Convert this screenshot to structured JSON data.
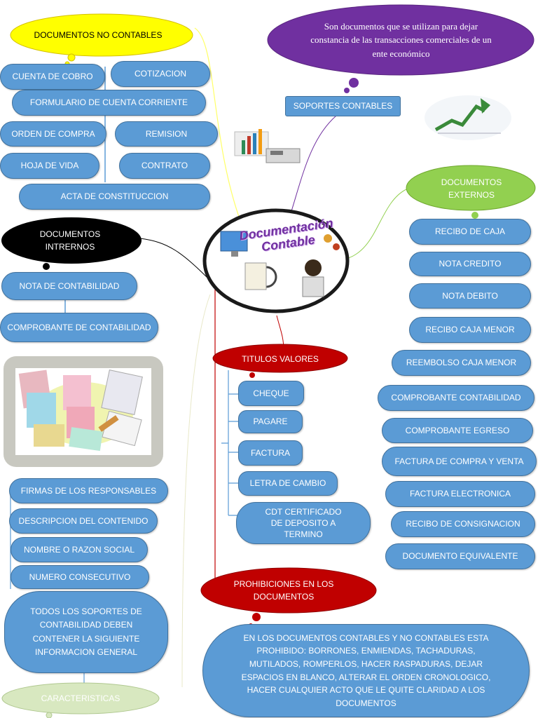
{
  "center": {
    "title_line1": "Documentación",
    "title_line2": "Contable"
  },
  "no_contables": {
    "title": "DOCUMENTOS NO CONTABLES",
    "items": [
      "CUENTA DE COBRO",
      "COTIZACION",
      "FORMULARIO DE CUENTA CORRIENTE",
      "ORDEN DE COMPRA",
      "REMISION",
      "HOJA DE VIDA",
      "CONTRATO",
      "ACTA DE CONSTITUCCION"
    ]
  },
  "definicion": {
    "text": "Son documentos que se utilizan para dejar constancia de las transacciones comerciales de un ente económico",
    "label": "SOPORTES CONTABLES"
  },
  "internos": {
    "title": "DOCUMENTOS INTRERNOS",
    "items": [
      "NOTA DE CONTABILIDAD",
      "COMPROBANTE DE CONTABILIDAD"
    ]
  },
  "externos": {
    "title": "DOCUMENTOS EXTERNOS",
    "items": [
      "RECIBO DE CAJA",
      "NOTA CREDITO",
      "NOTA DEBITO",
      "RECIBO CAJA MENOR",
      "REEMBOLSO CAJA MENOR",
      "COMPROBANTE CONTABILIDAD",
      "COMPROBANTE EGRESO",
      "FACTURA DE COMPRA Y VENTA",
      "FACTURA ELECTRONICA",
      "RECIBO DE CONSIGNACION",
      "DOCUMENTO EQUIVALENTE"
    ]
  },
  "titulos": {
    "title": "TITULOS VALORES",
    "items": [
      "CHEQUE",
      "PAGARE",
      "FACTURA",
      "LETRA DE CAMBIO",
      "CDT CERTIFICADO DE DEPOSITO A TERMINO"
    ]
  },
  "caracteristicas": {
    "items": [
      "FIRMAS DE LOS RESPONSABLES",
      "DESCRIPCION DEL CONTENIDO",
      "NOMBRE O RAZON SOCIAL",
      "NUMERO CONSECUTIVO"
    ],
    "general": "TODOS LOS SOPORTES DE CONTABILIDAD DEBEN CONTENER LA SIGUIENTE INFORMACION GENERAL",
    "title": "CARACTERISTICAS"
  },
  "prohibiciones": {
    "title": "PROHIBICIONES EN LOS DOCUMENTOS",
    "text": "EN LOS DOCUMENTOS CONTABLES Y NO CONTABLES ESTA PROHIBIDO: BORRONES, ENMIENDAS, TACHADURAS, MUTILADOS, ROMPERLOS, HACER RASPADURAS, DEJAR ESPACIOS EN BLANCO, ALTERAR EL ORDEN CRONOLOGICO, HACER CUALQUIER ACTO QUE LE QUITE CLARIDAD A LOS DOCUMENTOS"
  },
  "colors": {
    "pill": "#5b9bd5",
    "yellow_cloud": "#ffff00",
    "purple_cloud": "#7030a0",
    "green_cloud": "#92d050",
    "red_cloud": "#c00000",
    "black_cloud": "#000000"
  }
}
